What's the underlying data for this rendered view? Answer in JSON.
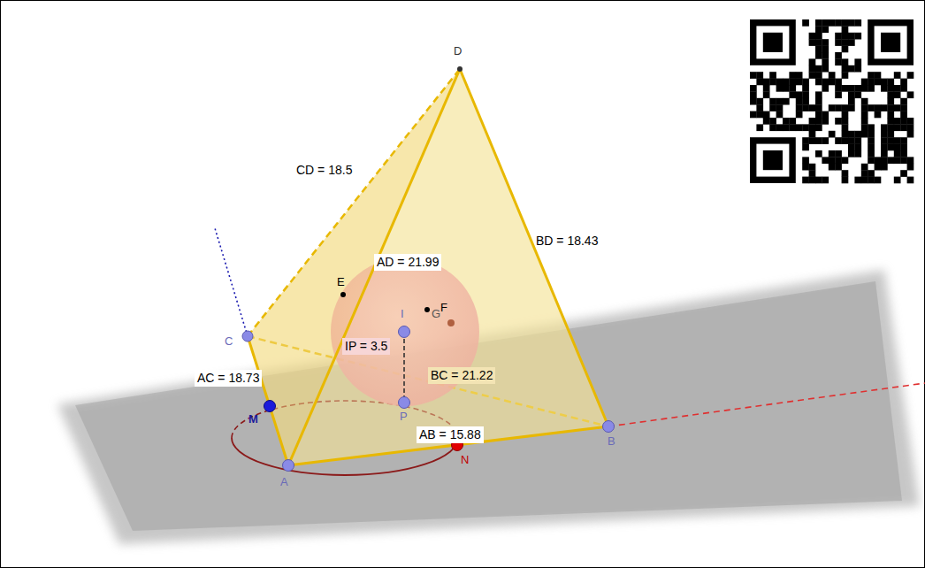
{
  "diagram": {
    "labels": [
      "D",
      "CD = 18.5",
      "BD = 18.43",
      "AD = 21.99",
      "E",
      "F",
      "G",
      "I",
      "C",
      "IP = 3.5",
      "BC = 21.22",
      "AC = 18.73",
      "M",
      "P",
      "AB = 15.88",
      "N",
      "A",
      "B"
    ]
  }
}
